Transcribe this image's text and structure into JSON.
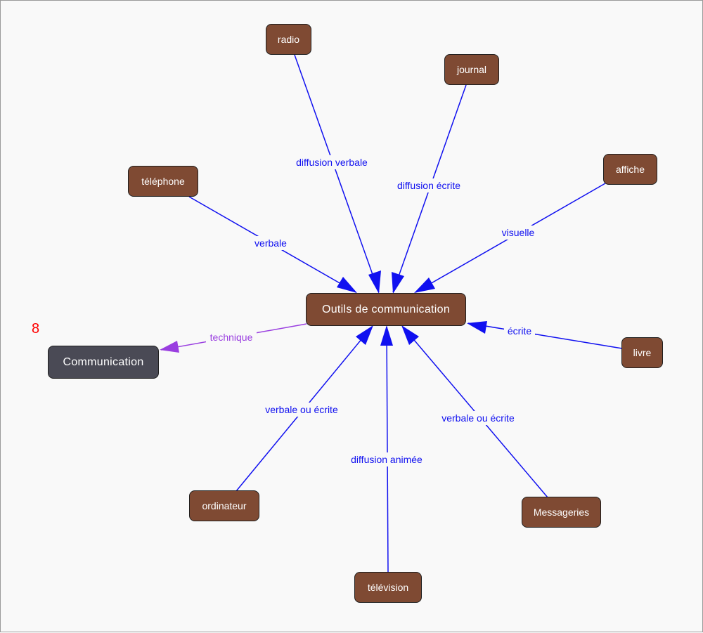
{
  "colors": {
    "node_fill": "#7f4a33",
    "root_fill": "#4a4a55",
    "edge_blue": "#1010f0",
    "edge_purple": "#9a3fe0",
    "number": "#ff0000"
  },
  "map_number": "8",
  "nodes": {
    "center": "Outils de communication",
    "root": "Communication",
    "radio": "radio",
    "journal": "journal",
    "telephone": "téléphone",
    "affiche": "affiche",
    "livre": "livre",
    "ordinateur": "ordinateur",
    "messageries": "Messageries",
    "television": "télévision"
  },
  "edges": {
    "radio": "diffusion verbale",
    "journal": "diffusion écrite",
    "telephone": "verbale",
    "affiche": "visuelle",
    "livre": "écrite",
    "ordinateur": "verbale ou écrite",
    "messageries": "verbale ou écrite",
    "television": "diffusion animée",
    "root": "technique"
  }
}
